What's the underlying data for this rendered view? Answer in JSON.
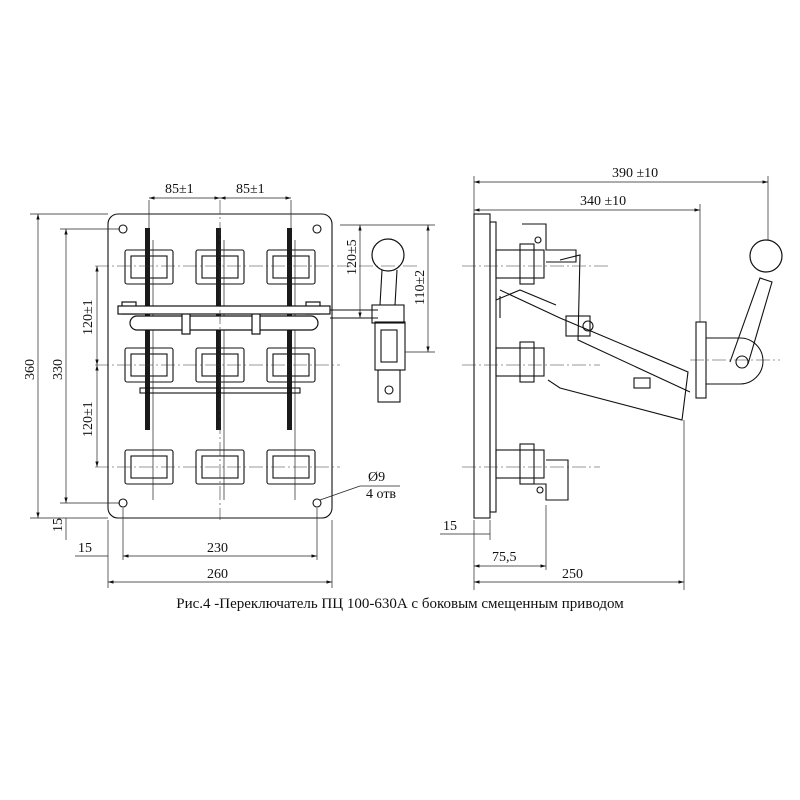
{
  "caption": "Рис.4 -Переключатель ПЦ 100-630А с боковым смещенным приводом",
  "front_view": {
    "dim_pitch_left": "85±1",
    "dim_pitch_right": "85±1",
    "dim_height_total": "360",
    "dim_height_holes": "330",
    "dim_row_upper": "120±1",
    "dim_row_lower": "120±1",
    "dim_handle_offset": "120±5",
    "dim_handle_height": "110±2",
    "dim_width_holes": "230",
    "dim_width_total": "260",
    "dim_margin_left": "15",
    "dim_margin_bottom": "15",
    "hole_diameter": "Ø9",
    "hole_count": "4 отв"
  },
  "side_view": {
    "dim_total_depth": "390 ±10",
    "dim_depth_to_handle": "340 ±10",
    "dim_base_thickness": "15",
    "dim_offset": "75,5",
    "dim_depth_250": "250"
  }
}
